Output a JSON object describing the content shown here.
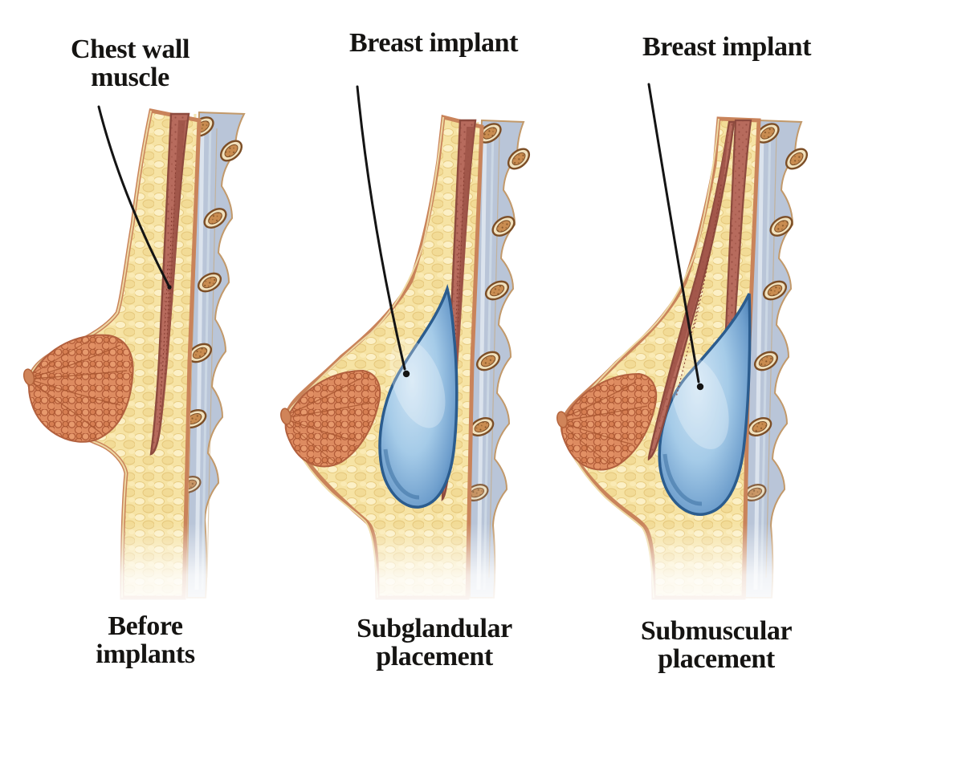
{
  "figure": {
    "type": "medical-illustration",
    "subject": "Breast implant placement comparison, sagittal cross-sections"
  },
  "panels": [
    {
      "id": "before",
      "top_label": "Chest wall muscle",
      "caption": "Before implants",
      "annotation_points_to": "chest-wall-muscle",
      "has_implant": false
    },
    {
      "id": "subglandular",
      "top_label": "Breast implant",
      "caption": "Subglandular placement",
      "annotation_points_to": "breast-implant",
      "has_implant": true
    },
    {
      "id": "submuscular",
      "top_label": "Breast implant",
      "caption": "Submuscular placement",
      "annotation_points_to": "breast-implant",
      "has_implant": true
    }
  ],
  "colors": {
    "background": "#ffffff",
    "label_text": "#151412",
    "leader_line": "#141414",
    "skin_outline": "#c9835a",
    "fat_yellow": "#f6e3a4",
    "muscle_red": "#b76b5d",
    "muscle_dark": "#8d4a3e",
    "gland_orange": "#e0916a",
    "gland_outline": "#b2603e",
    "rib_band_blue": "#b9c5d8",
    "rib_bone_tan": "#c98c50",
    "rib_outline": "#7c4e26",
    "implant_center": "#cfe4f4",
    "implant_mid": "#7fb0d8",
    "implant_edge": "#3f76ae",
    "implant_outline": "#2b5c8e"
  }
}
